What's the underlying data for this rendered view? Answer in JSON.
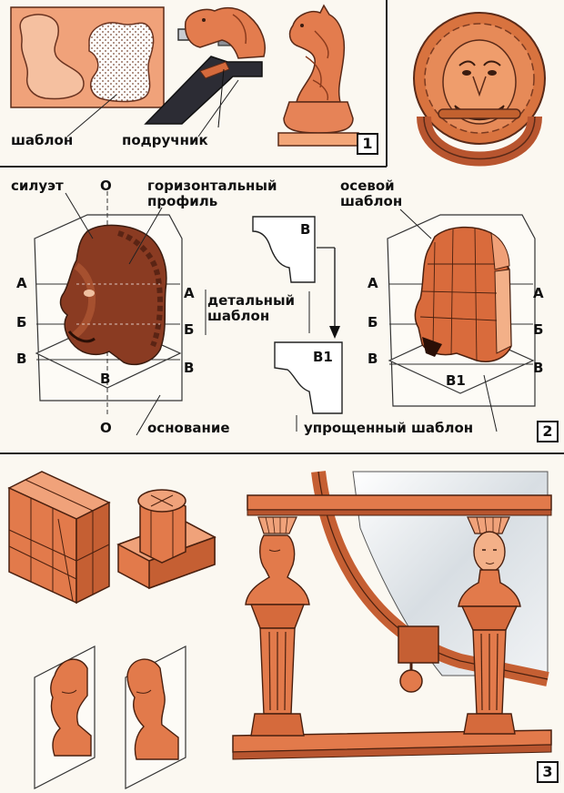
{
  "panel1": {
    "number": "1",
    "label_template": "шаблон",
    "label_rest": "подручник"
  },
  "panel2": {
    "number": "2",
    "label_silhouette": "силуэт",
    "label_horizontal_profile_line1": "горизонтальный",
    "label_horizontal_profile_line2": "профиль",
    "label_axial_template_line1": "осевой",
    "label_axial_template_line2": "шаблон",
    "label_detail_template_line1": "детальный",
    "label_detail_template_line2": "шаблон",
    "label_base": "основание",
    "label_simplified_template": "упрощенный шаблон",
    "axis_top": "О",
    "axis_bottom": "О",
    "section_a": "А",
    "section_b": "Б",
    "section_v": "В",
    "section_v1": "В1"
  },
  "panel3": {
    "number": "3"
  },
  "colors": {
    "wood": "#e07a4c",
    "wood_dark": "#b8552f",
    "wood_light": "#f3a678",
    "outline": "#3a1c10",
    "mirror": "#dde3e8",
    "plate": "#f2ece2"
  }
}
